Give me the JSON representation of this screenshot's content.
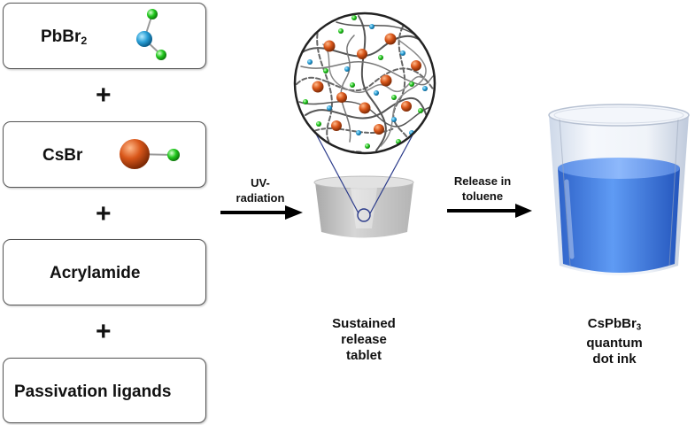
{
  "reagents": [
    {
      "formula": "PbBr",
      "subscript": "2"
    },
    {
      "formula": "CsBr",
      "subscript": ""
    },
    {
      "formula": "Acrylamide",
      "subscript": ""
    },
    {
      "formula": "Passivation ligands",
      "subscript": ""
    }
  ],
  "plus_sign": "+",
  "arrows": {
    "first_line1": "UV-",
    "first_line2": "radiation",
    "second_line1": "Release in",
    "second_line2": "toluene"
  },
  "tablet": {
    "caption_line1": "Sustained",
    "caption_line2": "release",
    "caption_line3": "tablet"
  },
  "beaker": {
    "caption_formula": "CsPbBr",
    "caption_subscript": "3",
    "caption_line2": "quantum",
    "caption_line3": "dot ink"
  },
  "colors": {
    "pb_atom": "#2a9fd6",
    "br_atom": "#22c81e",
    "cs_atom": "#d9571a",
    "ink": "#3f7fe8",
    "tablet": "#c8c8c8"
  }
}
